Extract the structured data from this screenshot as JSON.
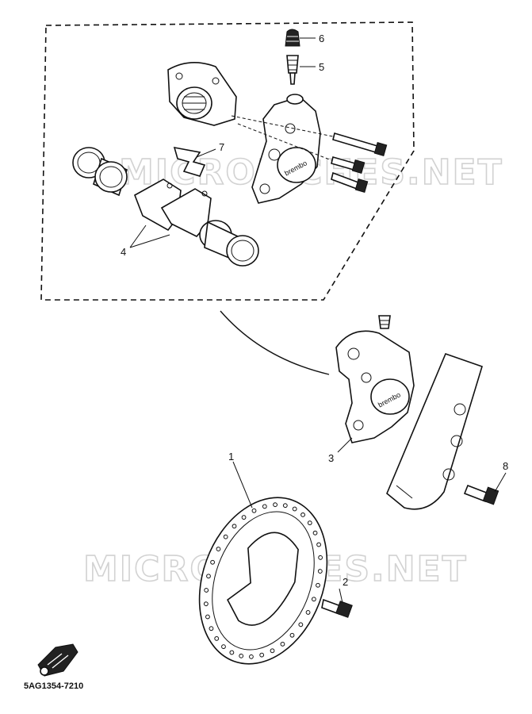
{
  "watermarks": [
    "MICROFICHES.NET",
    "MICROFICHES.NET"
  ],
  "callouts": {
    "c1": "1",
    "c2": "2",
    "c3": "3",
    "c4": "4",
    "c5": "5",
    "c6": "6",
    "c7": "7",
    "c8": "8"
  },
  "caliper_brand": "brembo",
  "diagram_code": "5AG1354-7210"
}
